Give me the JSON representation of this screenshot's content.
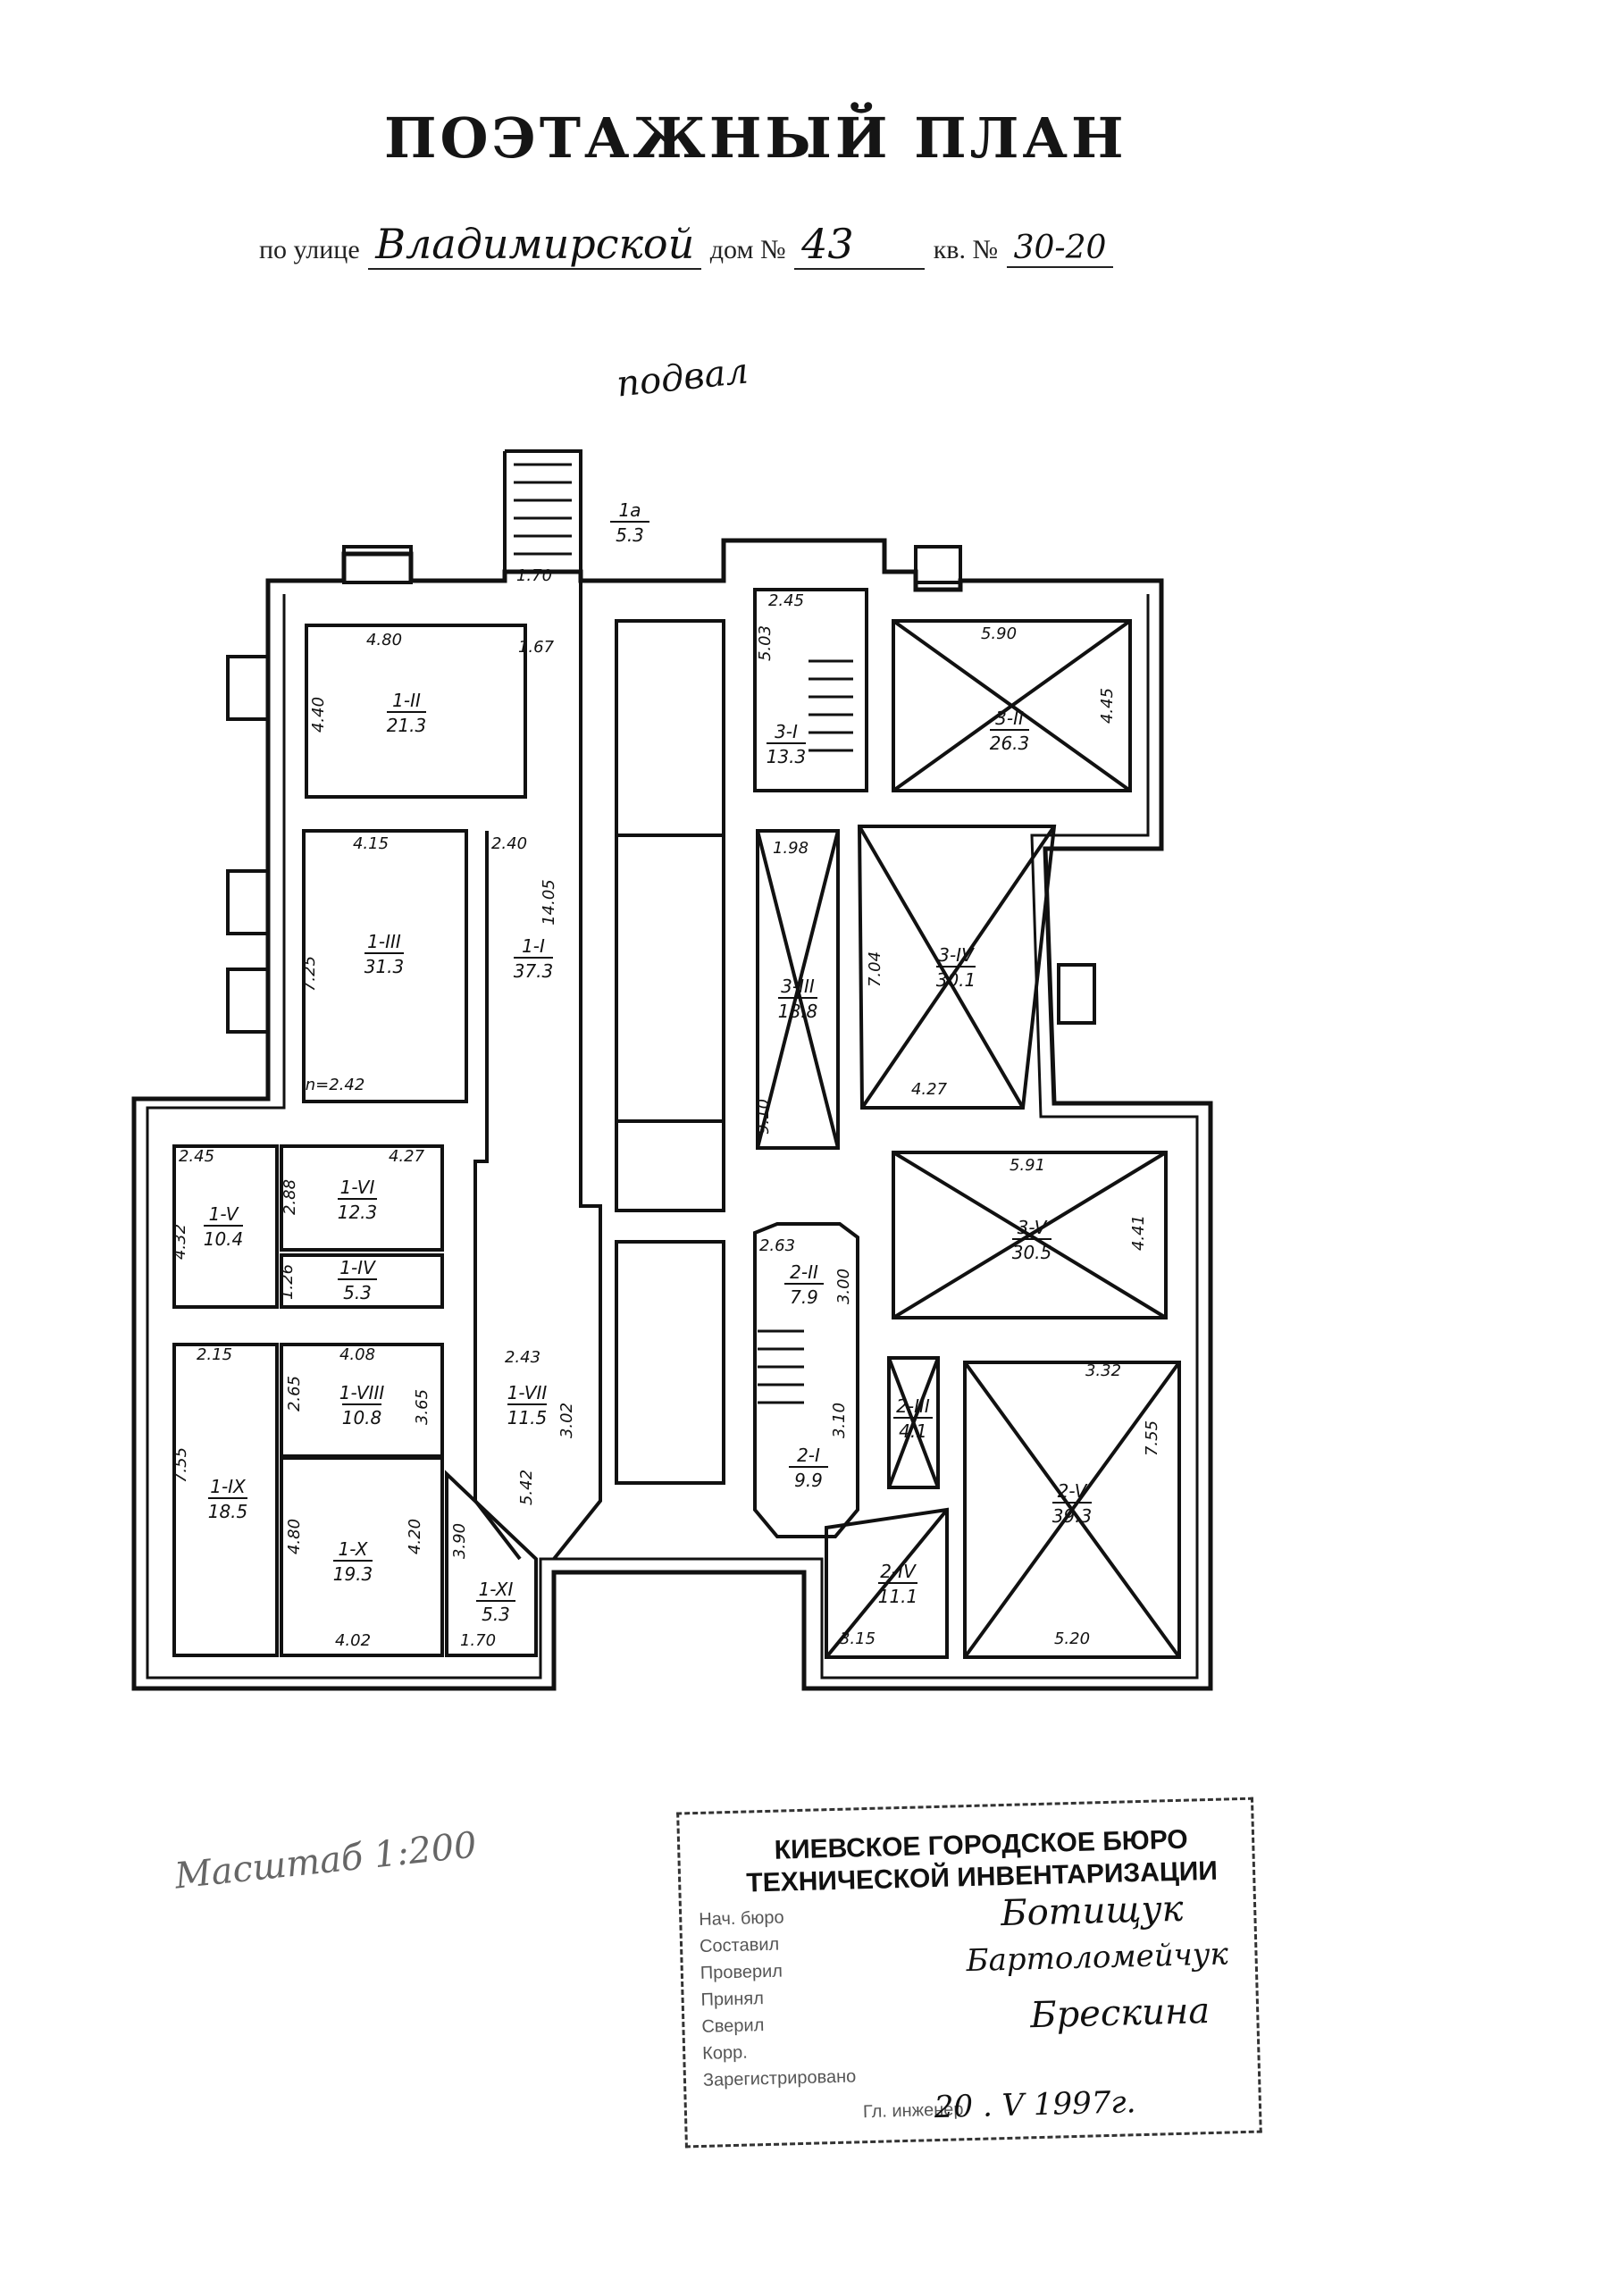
{
  "header": {
    "title": "ПОЭТАЖНЫЙ ПЛАН",
    "street_prefix": "по улице",
    "street": "Владимирской",
    "house_prefix": "дом №",
    "house": "43",
    "apt_prefix": "кв. №",
    "apt": "30-20"
  },
  "floor_label": "подвал",
  "scale_label": "Масштаб 1:200",
  "stamp": {
    "org_line1": "КИЕВСКОЕ ГОРОДСКОЕ БЮРО",
    "org_line2": "ТЕХНИЧЕСКОЙ ИНВЕНТАРИЗАЦИИ",
    "row_labels": [
      "Нач. бюро",
      "Составил",
      "Проверил",
      "Принял",
      "Сверил",
      "Корр.",
      "Зарегистрировано",
      "Гл. инженер"
    ],
    "sign1": "Ботищук",
    "sign2": "Бартоломейчук",
    "sign3": "Брескина",
    "date": "20 . V 1997г."
  },
  "rooms": [
    {
      "id": "1-II",
      "area": "21.3",
      "dims": [
        "4.80",
        "4.40",
        "1.67"
      ]
    },
    {
      "id": "1-III",
      "area": "31.3",
      "dims": [
        "4.15",
        "7.25",
        "n=2.42"
      ]
    },
    {
      "id": "1-I",
      "area": "37.3",
      "dims": [
        "2.40",
        "14.05"
      ]
    },
    {
      "id": "1-V",
      "area": "10.4",
      "dims": [
        "2.45",
        "4.32"
      ]
    },
    {
      "id": "1-VI",
      "area": "12.3",
      "dims": [
        "2.88",
        "4.27"
      ]
    },
    {
      "id": "1-IV",
      "area": "5.3",
      "dims": [
        "1.26"
      ]
    },
    {
      "id": "1-VII",
      "area": "11.5",
      "dims": [
        "2.43",
        "5.42",
        "3.02"
      ]
    },
    {
      "id": "1-IX",
      "area": "18.5",
      "dims": [
        "2.15",
        "7.55"
      ]
    },
    {
      "id": "1-VIII",
      "area": "10.8",
      "dims": [
        "4.08",
        "2.65",
        "3.65"
      ]
    },
    {
      "id": "1-X",
      "area": "19.3",
      "dims": [
        "4.80",
        "4.20",
        "4.02"
      ]
    },
    {
      "id": "1-XI",
      "area": "5.3",
      "dims": [
        "3.90",
        "1.70"
      ]
    },
    {
      "id": "1a",
      "area": "5.3",
      "dims": [
        "1.70"
      ]
    },
    {
      "id": "3-I",
      "area": "13.3",
      "dims": [
        "2.45",
        "5.03"
      ]
    },
    {
      "id": "3-II",
      "area": "26.3",
      "dims": [
        "5.90",
        "4.45"
      ]
    },
    {
      "id": "3-III",
      "area": "18.8",
      "dims": [
        "1.98",
        "9.10"
      ]
    },
    {
      "id": "3-IV",
      "area": "30.1",
      "dims": [
        "7.04",
        "4.27"
      ]
    },
    {
      "id": "3-V",
      "area": "30.5",
      "dims": [
        "5.91",
        "4.41"
      ]
    },
    {
      "id": "2-II",
      "area": "7.9",
      "dims": [
        "2.63",
        "3.00"
      ]
    },
    {
      "id": "2-I",
      "area": "9.9",
      "dims": [
        "3.10"
      ]
    },
    {
      "id": "2-III",
      "area": "4.1",
      "dims": []
    },
    {
      "id": "2-V",
      "area": "39.3",
      "dims": [
        "3.32",
        "7.55",
        "5.20"
      ]
    },
    {
      "id": "2-IV",
      "area": "11.1",
      "dims": [
        "3.15"
      ]
    }
  ]
}
